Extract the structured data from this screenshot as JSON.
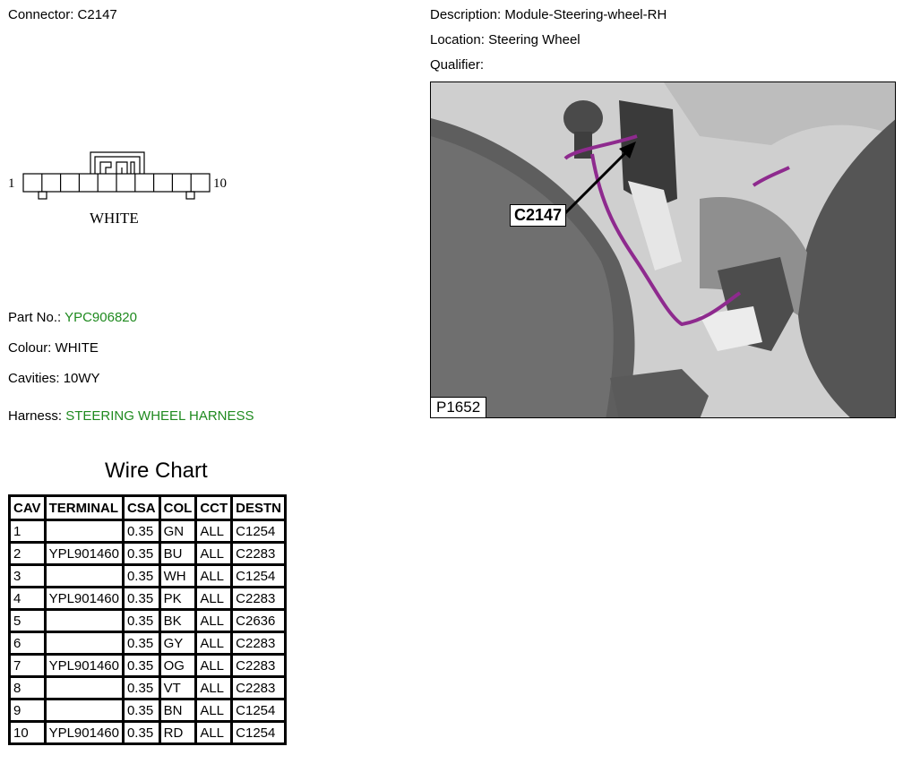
{
  "header": {
    "connector_label": "Connector:",
    "connector_value": "C2147",
    "description_label": "Description:",
    "description_value": "Module-Steering-wheel-RH",
    "location_label": "Location:",
    "location_value": "Steering Wheel",
    "qualifier_label": "Qualifier:",
    "qualifier_value": ""
  },
  "connector_drawing": {
    "pin_start": "1",
    "pin_end": "10",
    "colour_caption": "WHITE"
  },
  "details": {
    "part_no_label": "Part No.:",
    "part_no_value": "YPC906820",
    "colour_label": "Colour:",
    "colour_value": "WHITE",
    "cavities_label": "Cavities:",
    "cavities_value": "10WY",
    "harness_label": "Harness:",
    "harness_value": "STEERING WHEEL HARNESS",
    "link_color": "#1f8a1f"
  },
  "wire_chart": {
    "title": "Wire Chart",
    "headers": [
      "CAV",
      "TERMINAL",
      "CSA",
      "COL",
      "CCT",
      "DESTN"
    ],
    "rows": [
      {
        "cav": "1",
        "terminal": "",
        "csa": "0.35",
        "col": "GN",
        "cct": "ALL",
        "destn": "C1254"
      },
      {
        "cav": "2",
        "terminal": "YPL901460",
        "csa": "0.35",
        "col": "BU",
        "cct": "ALL",
        "destn": "C2283"
      },
      {
        "cav": "3",
        "terminal": "",
        "csa": "0.35",
        "col": "WH",
        "cct": "ALL",
        "destn": "C1254"
      },
      {
        "cav": "4",
        "terminal": "YPL901460",
        "csa": "0.35",
        "col": "PK",
        "cct": "ALL",
        "destn": "C2283"
      },
      {
        "cav": "5",
        "terminal": "",
        "csa": "0.35",
        "col": "BK",
        "cct": "ALL",
        "destn": "C2636"
      },
      {
        "cav": "6",
        "terminal": "",
        "csa": "0.35",
        "col": "GY",
        "cct": "ALL",
        "destn": "C2283"
      },
      {
        "cav": "7",
        "terminal": "YPL901460",
        "csa": "0.35",
        "col": "OG",
        "cct": "ALL",
        "destn": "C2283"
      },
      {
        "cav": "8",
        "terminal": "",
        "csa": "0.35",
        "col": "VT",
        "cct": "ALL",
        "destn": "C2283"
      },
      {
        "cav": "9",
        "terminal": "",
        "csa": "0.35",
        "col": "BN",
        "cct": "ALL",
        "destn": "C1254"
      },
      {
        "cav": "10",
        "terminal": "YPL901460",
        "csa": "0.35",
        "col": "RD",
        "cct": "ALL",
        "destn": "C1254"
      }
    ]
  },
  "location_photo": {
    "callout_label": "C2147",
    "figure_label": "P1652",
    "harness_color": "#8e2a8e"
  }
}
